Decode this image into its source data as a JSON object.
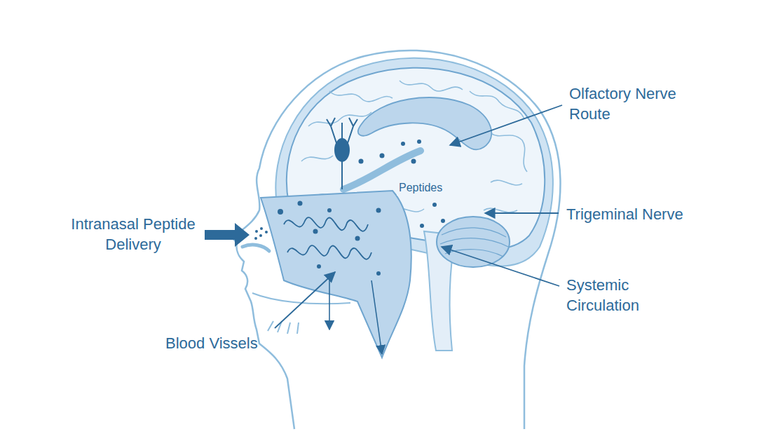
{
  "diagram": {
    "labels": [
      "Olfactory Nerve Route",
      "Peptides",
      "Intranasal Peptide Delivery",
      "Trigeminal Nerve",
      "Systemic Circulation",
      "Blood Vissels"
    ]
  }
}
